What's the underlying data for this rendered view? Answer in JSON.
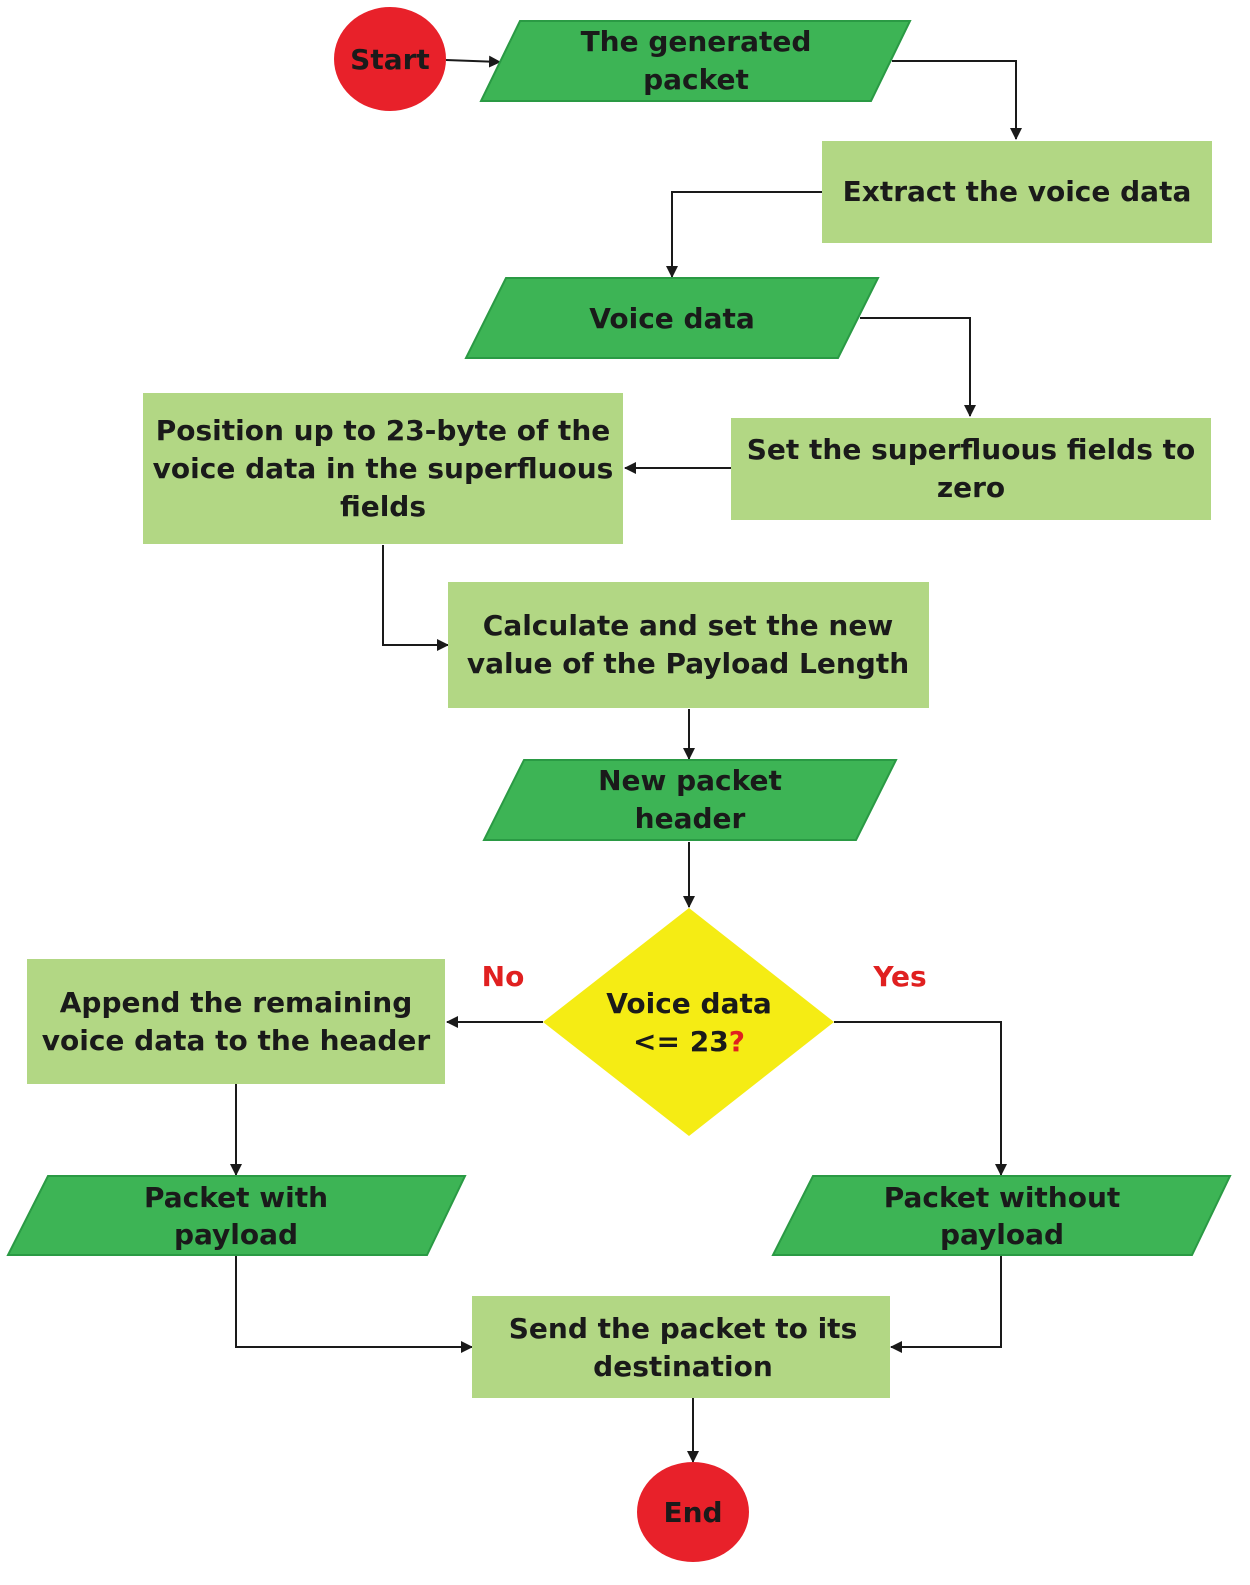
{
  "colors": {
    "terminal": "#e8212a",
    "io": "#3db455",
    "io_stroke": "#2a9a44",
    "process": "#b2d784",
    "decision": "#f5ec14",
    "line": "#1a1a1a",
    "label": "#e02020"
  },
  "nodes": {
    "start": {
      "label": "Start"
    },
    "generated_packet": {
      "line1": "The generated",
      "line2": "packet"
    },
    "extract": {
      "label": "Extract the voice data"
    },
    "voice_data": {
      "label": "Voice data"
    },
    "set_zero": {
      "line1": "Set the superfluous fields to",
      "line2": "zero"
    },
    "position": {
      "line1": "Position up to 23-byte of the",
      "line2": "voice data in the superfluous",
      "line3": "fields"
    },
    "calculate": {
      "line1": "Calculate and set the new",
      "line2": "value of the Payload Length"
    },
    "new_header": {
      "line1": "New packet",
      "line2": "header"
    },
    "decision": {
      "line1": "Voice data",
      "line2": "<= 23",
      "mark": "?"
    },
    "append": {
      "line1": "Append the remaining",
      "line2": "voice data to the header"
    },
    "with_payload": {
      "line1": "Packet with",
      "line2": "payload"
    },
    "without_payload": {
      "line1": "Packet without",
      "line2": "payload"
    },
    "send": {
      "line1": "Send the packet to its",
      "line2": "destination"
    },
    "end": {
      "label": "End"
    }
  },
  "edges": {
    "no_label": "No",
    "yes_label": "Yes"
  }
}
